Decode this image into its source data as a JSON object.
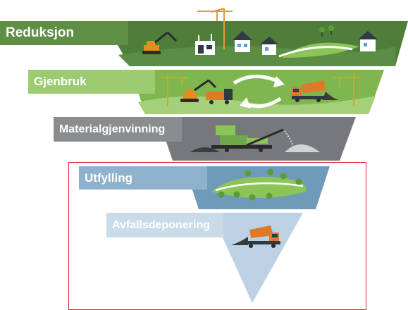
{
  "tiers": [
    {
      "label": "Reduksjon",
      "color": "#4e7e3a",
      "label_bg": "#5f8f45"
    },
    {
      "label": "Gjenbruk",
      "color": "#7fb64f",
      "label_bg": "#9ccb72"
    },
    {
      "label": "Materialgjenvinning",
      "color": "#76787b",
      "label_bg": "#8a8c8f"
    },
    {
      "label": "Utfylling",
      "color": "#6f9ab8",
      "label_bg": "#8fb2cc"
    },
    {
      "label": "Avfallsdeponering",
      "color": "#bcd2e4",
      "label_bg": "#c9dbe9"
    }
  ],
  "colors": {
    "highlight": "#e0202a",
    "excavator": "#e98b1f",
    "truck": "#e07a28",
    "crane": "#e59a2f",
    "tree": "#5b9c3a",
    "house": "#2e3b45"
  }
}
